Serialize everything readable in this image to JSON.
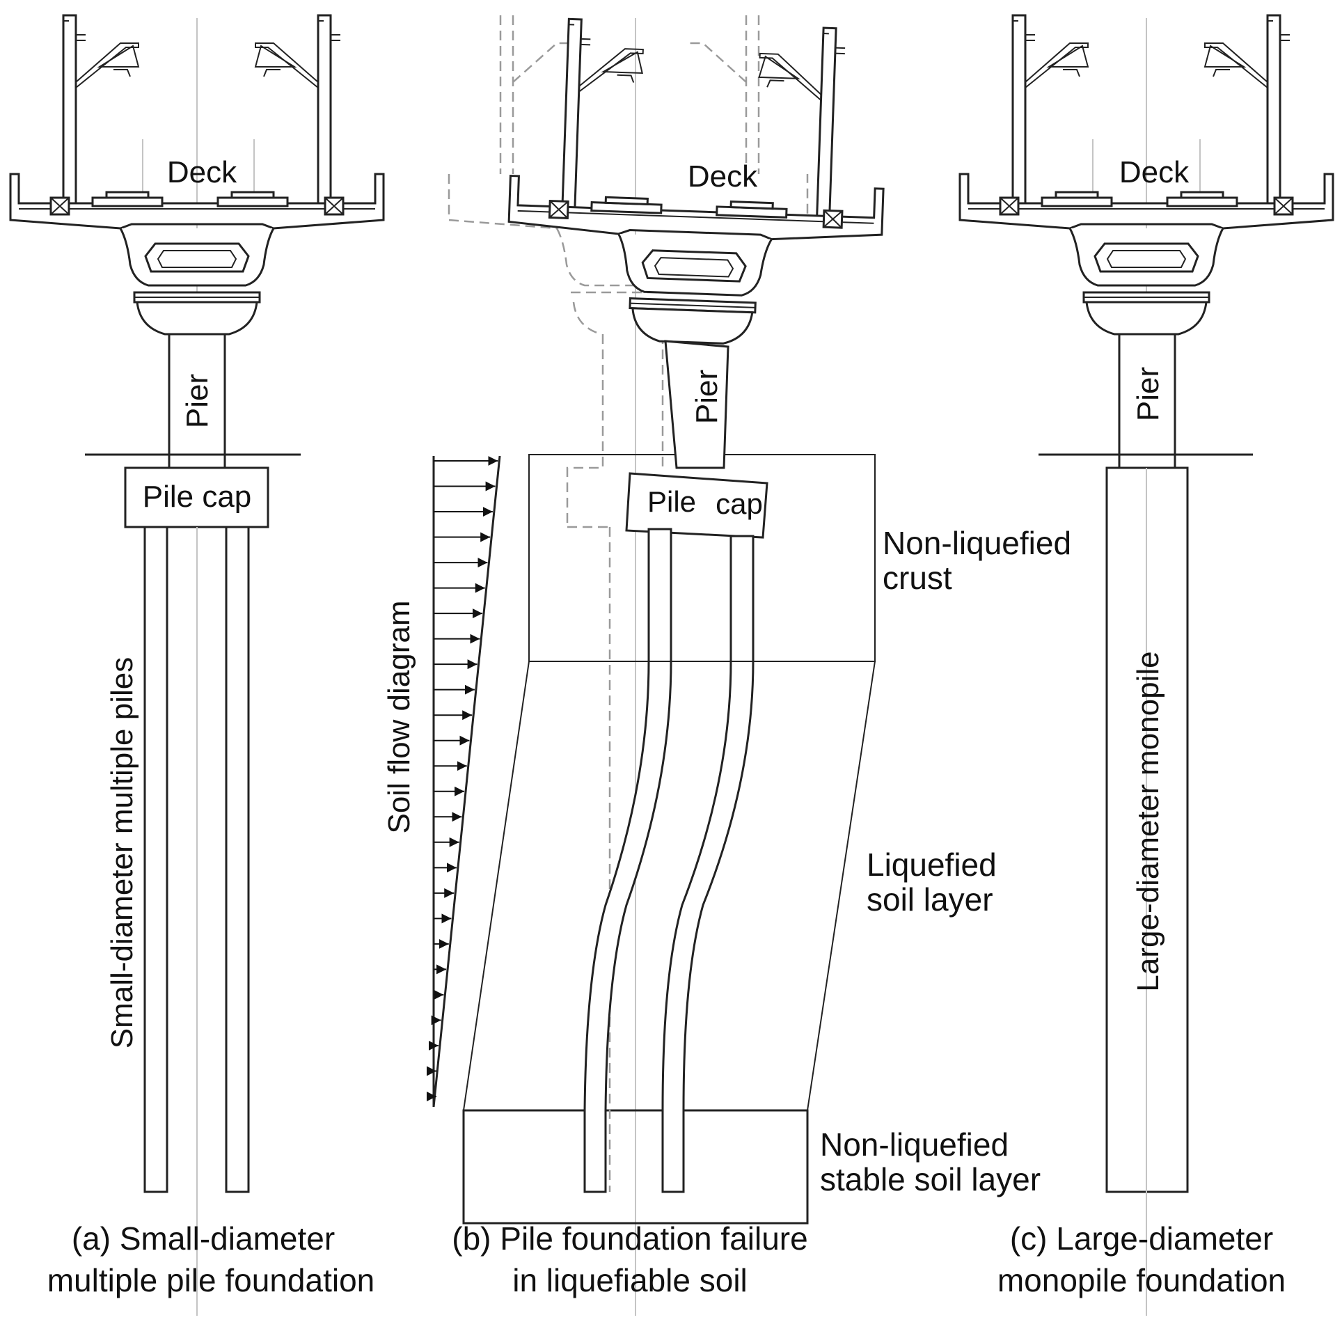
{
  "panels": {
    "a": {
      "deck_label": "Deck",
      "pier_label": "Pier",
      "cap_label": "Pile cap",
      "pile_label": "Small-diameter multiple piles",
      "caption_line1": "(a) Small-diameter",
      "caption_line2": "multiple pile foundation"
    },
    "b": {
      "deck_label": "Deck",
      "pier_label": "Pier",
      "cap_label_left": "Pile",
      "cap_label_right": "cap",
      "flow_label": "Soil flow diagram",
      "crust_line1": "Non-liquefied",
      "crust_line2": "crust",
      "liquefied_line1": "Liquefied",
      "liquefied_line2": "soil layer",
      "stable_line1": "Non-liquefied",
      "stable_line2": "stable soil layer",
      "caption_line1": "(b) Pile foundation failure",
      "caption_line2": "in liquefiable soil"
    },
    "c": {
      "deck_label": "Deck",
      "pier_label": "Pier",
      "pile_label": "Large-diameter monopile",
      "caption_line1": "(c) Large-diameter",
      "caption_line2": "monopile foundation"
    }
  }
}
